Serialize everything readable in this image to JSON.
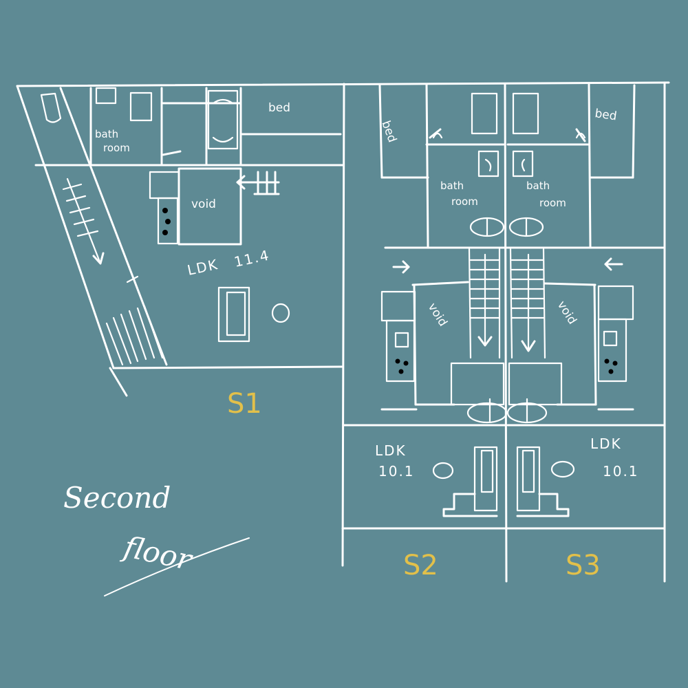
{
  "colors": {
    "background": "#5e8a94",
    "line": "#ffffff",
    "unit_label": "#e2c04a"
  },
  "floor_label": {
    "line1": "Second",
    "line2": "floor"
  },
  "units": {
    "s1": {
      "name": "S1",
      "bed": "bed",
      "bath": [
        "bath",
        "room"
      ],
      "void": "void",
      "ldk": "LDK",
      "ldk_area": "11.4"
    },
    "s2": {
      "name": "S2",
      "bed": "bed",
      "bath": [
        "bath",
        "room"
      ],
      "void": "void",
      "ldk": "LDK",
      "ldk_area": "10.1"
    },
    "s3": {
      "name": "S3",
      "bed": "bed",
      "bath": [
        "bath",
        "room"
      ],
      "void": "void",
      "ldk": "LDK",
      "ldk_area": "10.1"
    }
  }
}
